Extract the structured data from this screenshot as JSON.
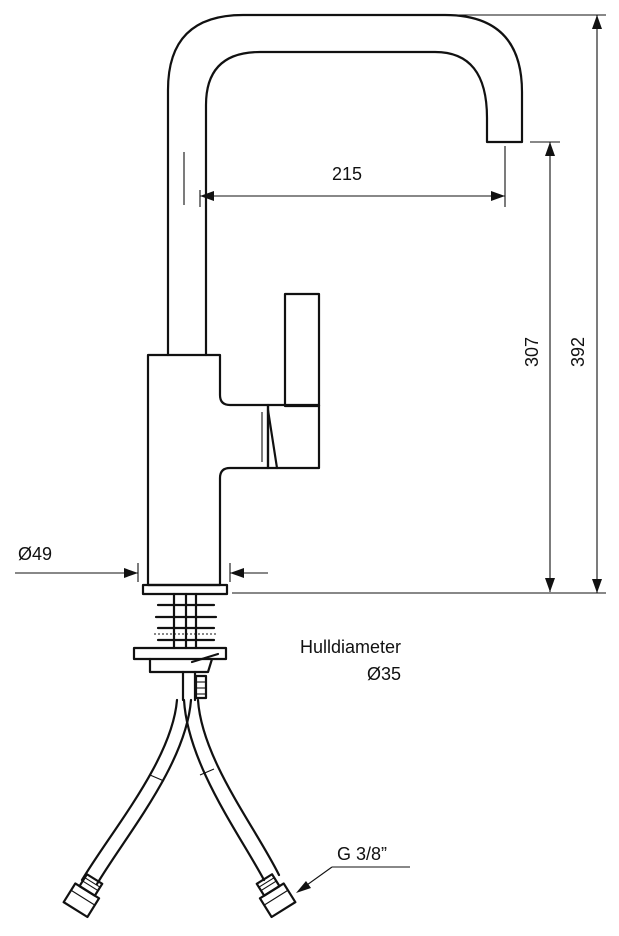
{
  "dimensions": {
    "reach": "215",
    "spout_height": "307",
    "total_height": "392",
    "base_diameter": "Ø49"
  },
  "notes": {
    "hole_label": "Hulldiameter",
    "hole_value": "Ø35",
    "connection": "G 3/8”"
  },
  "colors": {
    "line": "#111111",
    "background": "#ffffff"
  }
}
